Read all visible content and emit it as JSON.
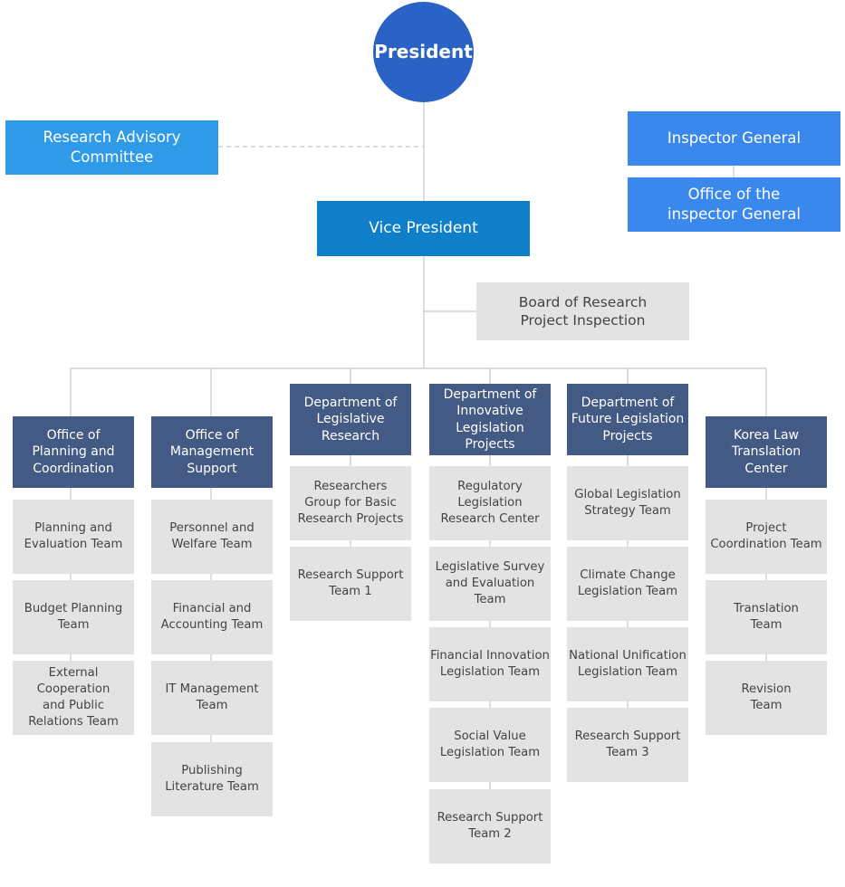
{
  "president": "President",
  "advisory": "Research Advisory\nCommittee",
  "inspector_general": "Inspector General",
  "office_inspector": "Office of the\ninspector General",
  "vice_president": "Vice President",
  "board": "Board of Research\nProject Inspection",
  "departments": [
    {
      "name": "Office of\nPlanning and\nCoordination",
      "teams": [
        "Planning and\nEvaluation Team",
        "Budget Planning\nTeam",
        "External Cooperation\nand Public\nRelations Team"
      ]
    },
    {
      "name": "Office of\nManagement\nSupport",
      "teams": [
        "Personnel and\nWelfare Team",
        "Financial and\nAccounting Team",
        "IT Management\nTeam",
        "Publishing\nLiterature Team"
      ]
    },
    {
      "name": "Department of\nLegislative\nResearch",
      "teams": [
        "Researchers\nGroup for Basic\nResearch Projects",
        "Research Support\nTeam 1"
      ]
    },
    {
      "name": "Department of\nInnovative\nLegislation Projects",
      "teams": [
        "Regulatory\nLegislation\nResearch Center",
        "Legislative Survey\nand Evaluation\nTeam",
        "Financial Innovation\nLegislation Team",
        "Social Value\nLegislation Team",
        "Research Support\nTeam 2"
      ]
    },
    {
      "name": "Department of\nFuture Legislation\nProjects",
      "teams": [
        "Global Legislation\nStrategy Team",
        "Climate Change\nLegislation Team",
        "National Unification\nLegislation Team",
        "Research Support\nTeam 3"
      ]
    },
    {
      "name": "Korea Law\nTranslation\nCenter",
      "teams": [
        "Project\nCoordination Team",
        "Translation\nTeam",
        "Revision\nTeam"
      ]
    }
  ]
}
